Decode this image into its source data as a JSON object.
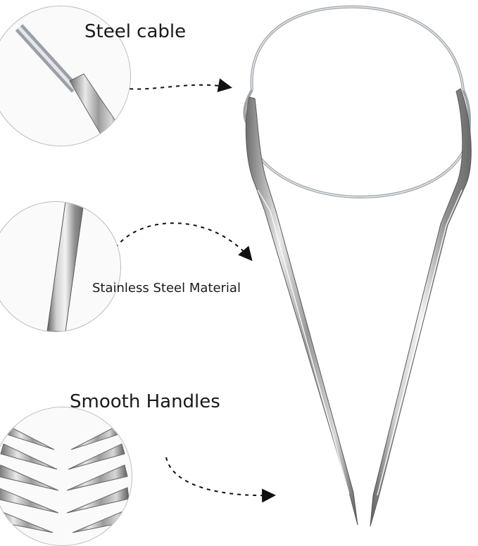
{
  "product": {
    "image_name": "circular-knitting-needle",
    "callouts": [
      {
        "label": "Steel cable"
      },
      {
        "label": "Stainless Steel Material"
      },
      {
        "label": "Smooth Handles"
      }
    ]
  }
}
